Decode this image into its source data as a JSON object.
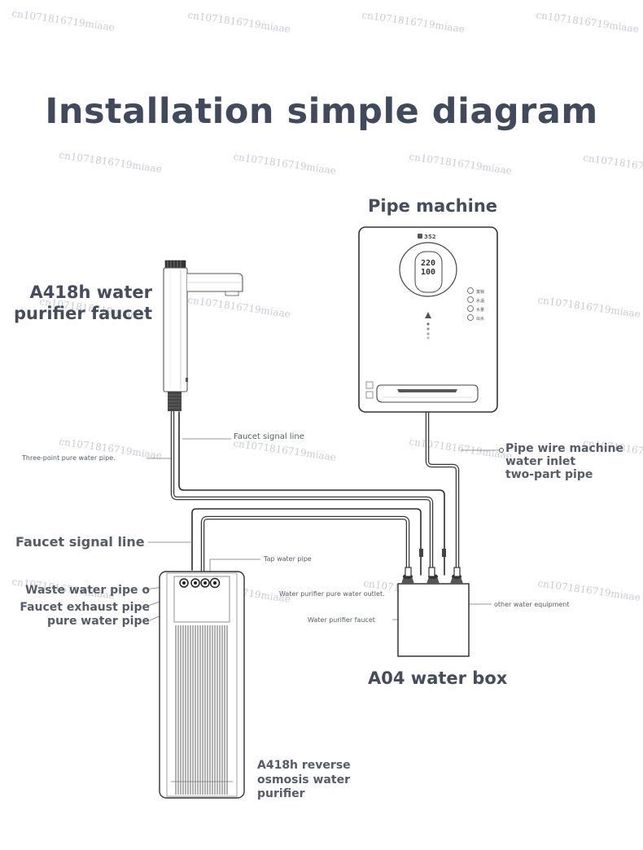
{
  "title": "Installation simple diagram",
  "watermark": "cn1071816719miaae",
  "watermark_cut": "cn10718167l",
  "labels": {
    "pipe_machine": "Pipe machine",
    "faucet_name_line1": "A418h water",
    "faucet_name_line2": "purifier faucet",
    "faucet_signal_line_top": "Faucet signal line",
    "three_point_pipe": "Three-point pure water pipe.",
    "pipe_wire_line1": "Pipe wire machine",
    "pipe_wire_line2": "water inlet",
    "pipe_wire_line3": "two-part pipe",
    "faucet_signal_line_left": "Faucet signal line",
    "tap_water_pipe": "Tap water pipe",
    "waste_water_pipe": "Waste water pipe o",
    "faucet_exhaust_pipe": "Faucet exhaust pipe",
    "pure_water_pipe": "pure water pipe",
    "purifier_pure_outlet": "Water purifier pure water outlet.",
    "purifier_faucet": "Water purifier faucet",
    "other_equipment": "other water equipment",
    "water_box": "A04 water box",
    "purifier_line1": "A418h reverse",
    "purifier_line2": "osmosis water",
    "purifier_line3": "purifier"
  },
  "machine": {
    "brand": "352",
    "display_temp": "220",
    "display_vol": "100",
    "button_labels": [
      "童锁",
      "水温",
      "水量",
      "出水"
    ]
  }
}
